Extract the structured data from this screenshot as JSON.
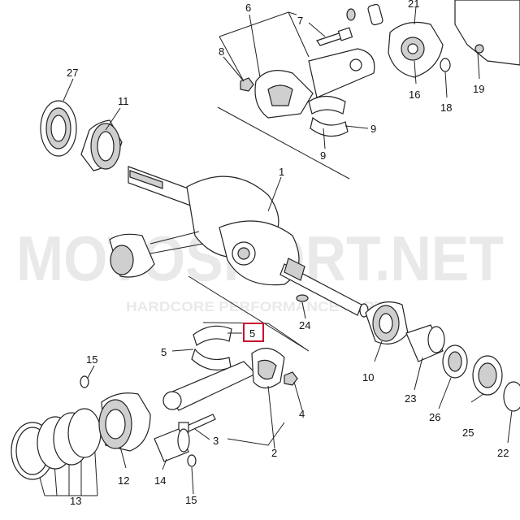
{
  "watermark": {
    "brand": "MOTOSPORT.NET",
    "tagline": "HARDCORE PERFORMANCE PARTS"
  },
  "callouts": [
    {
      "id": "c1",
      "text": "1"
    },
    {
      "id": "c2",
      "text": "2"
    },
    {
      "id": "c3",
      "text": "3"
    },
    {
      "id": "c4",
      "text": "4"
    },
    {
      "id": "c5a",
      "text": "5"
    },
    {
      "id": "c5b",
      "text": "5"
    },
    {
      "id": "c6",
      "text": "6"
    },
    {
      "id": "c7",
      "text": "7"
    },
    {
      "id": "c8",
      "text": "8"
    },
    {
      "id": "c9a",
      "text": "9"
    },
    {
      "id": "c9b",
      "text": "9"
    },
    {
      "id": "c10",
      "text": "10"
    },
    {
      "id": "c11",
      "text": "11"
    },
    {
      "id": "c12",
      "text": "12"
    },
    {
      "id": "c13",
      "text": "13"
    },
    {
      "id": "c14",
      "text": "14"
    },
    {
      "id": "c15a",
      "text": "15"
    },
    {
      "id": "c15b",
      "text": "15"
    },
    {
      "id": "c16",
      "text": "16"
    },
    {
      "id": "c18",
      "text": "18"
    },
    {
      "id": "c19",
      "text": "19"
    },
    {
      "id": "c21",
      "text": "21"
    },
    {
      "id": "c22",
      "text": "22"
    },
    {
      "id": "c23",
      "text": "23"
    },
    {
      "id": "c24",
      "text": "24"
    },
    {
      "id": "c25",
      "text": "25"
    },
    {
      "id": "c26",
      "text": "26"
    },
    {
      "id": "c27",
      "text": "27"
    }
  ],
  "highlight": {
    "callout": "c5b",
    "color": "#c8102e"
  }
}
